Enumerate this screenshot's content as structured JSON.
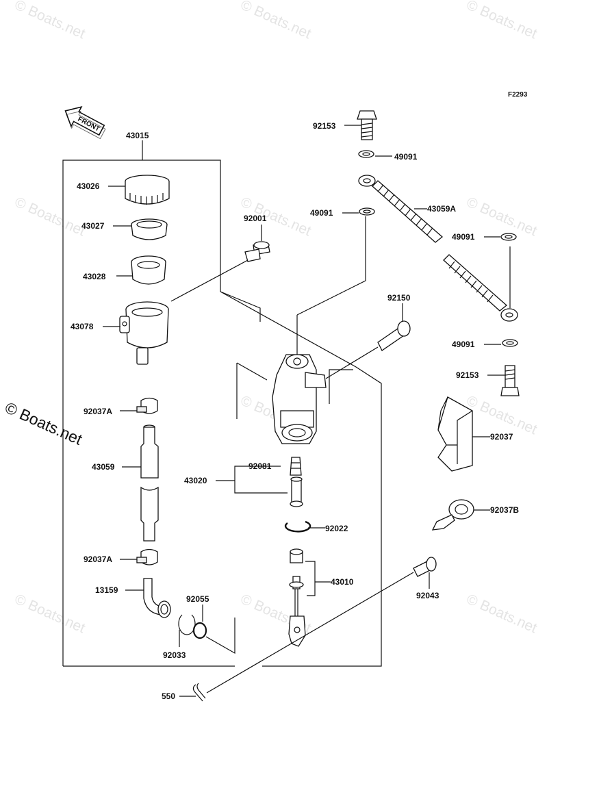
{
  "figure_code": "F2293",
  "front_arrow": "FRONT",
  "watermark": "© Boats.net",
  "watermark_large": "© Boats.net",
  "labels": {
    "p43015": "43015",
    "p43026": "43026",
    "p43027": "43027",
    "p43028": "43028",
    "p43078": "43078",
    "p92037A_top": "92037A",
    "p43059": "43059",
    "p92037A_bot": "92037A",
    "p13159": "13159",
    "p92055": "92055",
    "p92033": "92033",
    "p550": "550",
    "p92001": "92001",
    "p92150": "92150",
    "p43020": "43020",
    "p92081": "92081",
    "p92022": "92022",
    "p43010": "43010",
    "p92043": "92043",
    "p92153_top": "92153",
    "p49091_a": "49091",
    "p49091_b": "49091",
    "p43059A": "43059A",
    "p49091_c": "49091",
    "p49091_d": "49091",
    "p92153_bot": "92153",
    "p92037": "92037",
    "p92037B": "92037B"
  }
}
